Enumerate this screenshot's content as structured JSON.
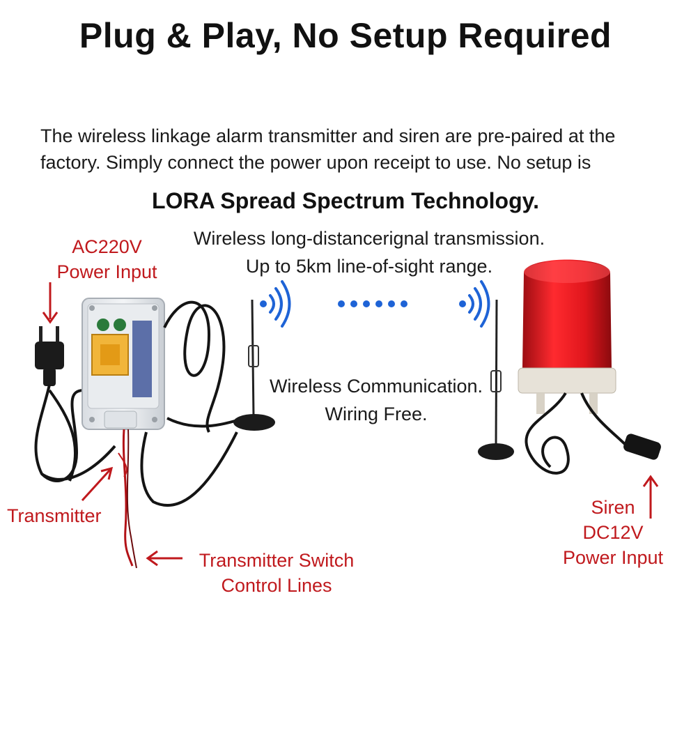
{
  "headline": "Plug & Play, No Setup Required",
  "description": {
    "line1": "The wireless linkage alarm transmitter and siren are pre-paired at the",
    "line2": "factory.  Simply connect the power upon receipt to use.  No setup is"
  },
  "technology": "LORA Spread Spectrum Technology.",
  "range": {
    "line1": "Wireless long-distancerignal transmission.",
    "line2": "Up to 5km line-of-sight range."
  },
  "wireless": {
    "line1": "Wireless Communication.",
    "line2": "Wiring Free."
  },
  "labels": {
    "ac_line1": "AC220V",
    "ac_line2": "Power Input",
    "transmitter": "Transmitter",
    "control_line1": "Transmitter Switch",
    "control_line2": "Control Lines",
    "siren_line1": "Siren",
    "siren_line2": "DC12V",
    "siren_line3": "Power Input"
  },
  "colors": {
    "label_red": "#c0191d",
    "signal_blue": "#1e63d6",
    "siren_red": "#e0161c"
  }
}
